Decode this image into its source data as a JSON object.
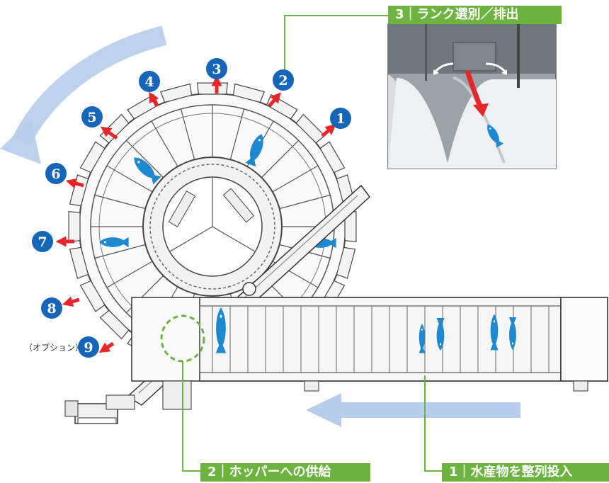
{
  "labels": {
    "step3": "3｜ランク選別／排出",
    "step2": "2｜ホッパーへの供給",
    "step1": "1｜水産物を整列投入",
    "option": "（オプション）"
  },
  "outlets": [
    "1",
    "2",
    "3",
    "4",
    "5",
    "6",
    "7",
    "8",
    "9"
  ],
  "colors": {
    "accent_green": "#6cb33f",
    "badge_blue": "#1565b8",
    "arrow_red": "#e8262a",
    "flow_arrow": "#a9c4e8",
    "fish_blue": "#1e88d0"
  },
  "icons": {
    "rotation": "curved-arrow-icon",
    "conveyor_flow": "left-arrow-icon",
    "fish": "fish-icon"
  }
}
